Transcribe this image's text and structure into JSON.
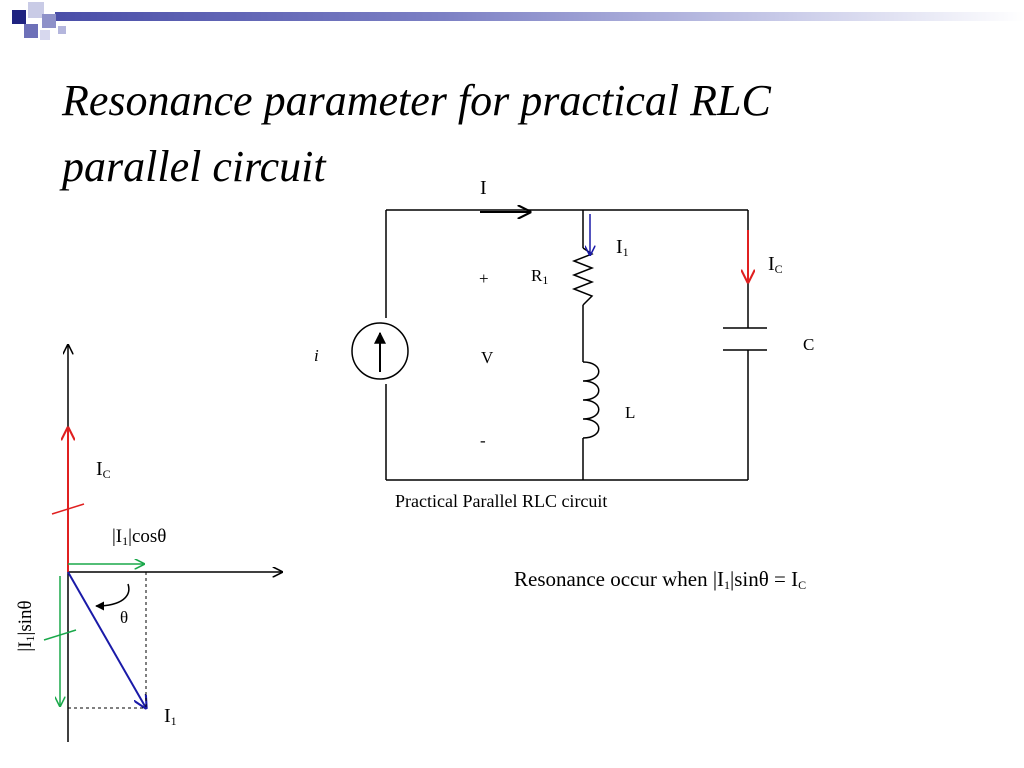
{
  "slide": {
    "title_line1": "Resonance parameter for practical RLC",
    "title_line2": "parallel circuit"
  },
  "circuit": {
    "current_total": "I",
    "current_branch1": "I",
    "current_branch1_sub": "1",
    "current_capacitor": "I",
    "current_capacitor_sub": "C",
    "source_label": "i",
    "plus": "+",
    "voltage": "V",
    "minus": "-",
    "resistor": "R",
    "resistor_sub": "1",
    "inductor": "L",
    "capacitor": "C",
    "caption": "Practical Parallel RLC circuit"
  },
  "phasor": {
    "ic_label": "I",
    "ic_sub": "C",
    "cos_label_a": "|I",
    "cos_label_sub": "1",
    "cos_label_b": "|cosθ",
    "sin_label_a": "|I",
    "sin_label_sub": "1",
    "sin_label_b": "|sinθ",
    "theta": "θ",
    "i1_label": "I",
    "i1_sub": "1"
  },
  "resonance": {
    "text_a": "Resonance  occur  when |I",
    "sub1": "1",
    "text_b": "|sinθ = I",
    "sub2": "C"
  },
  "colors": {
    "red": "#e02020",
    "blue": "#1a1aa8",
    "green": "#1aa84a",
    "accent": "#2b2f8f"
  }
}
